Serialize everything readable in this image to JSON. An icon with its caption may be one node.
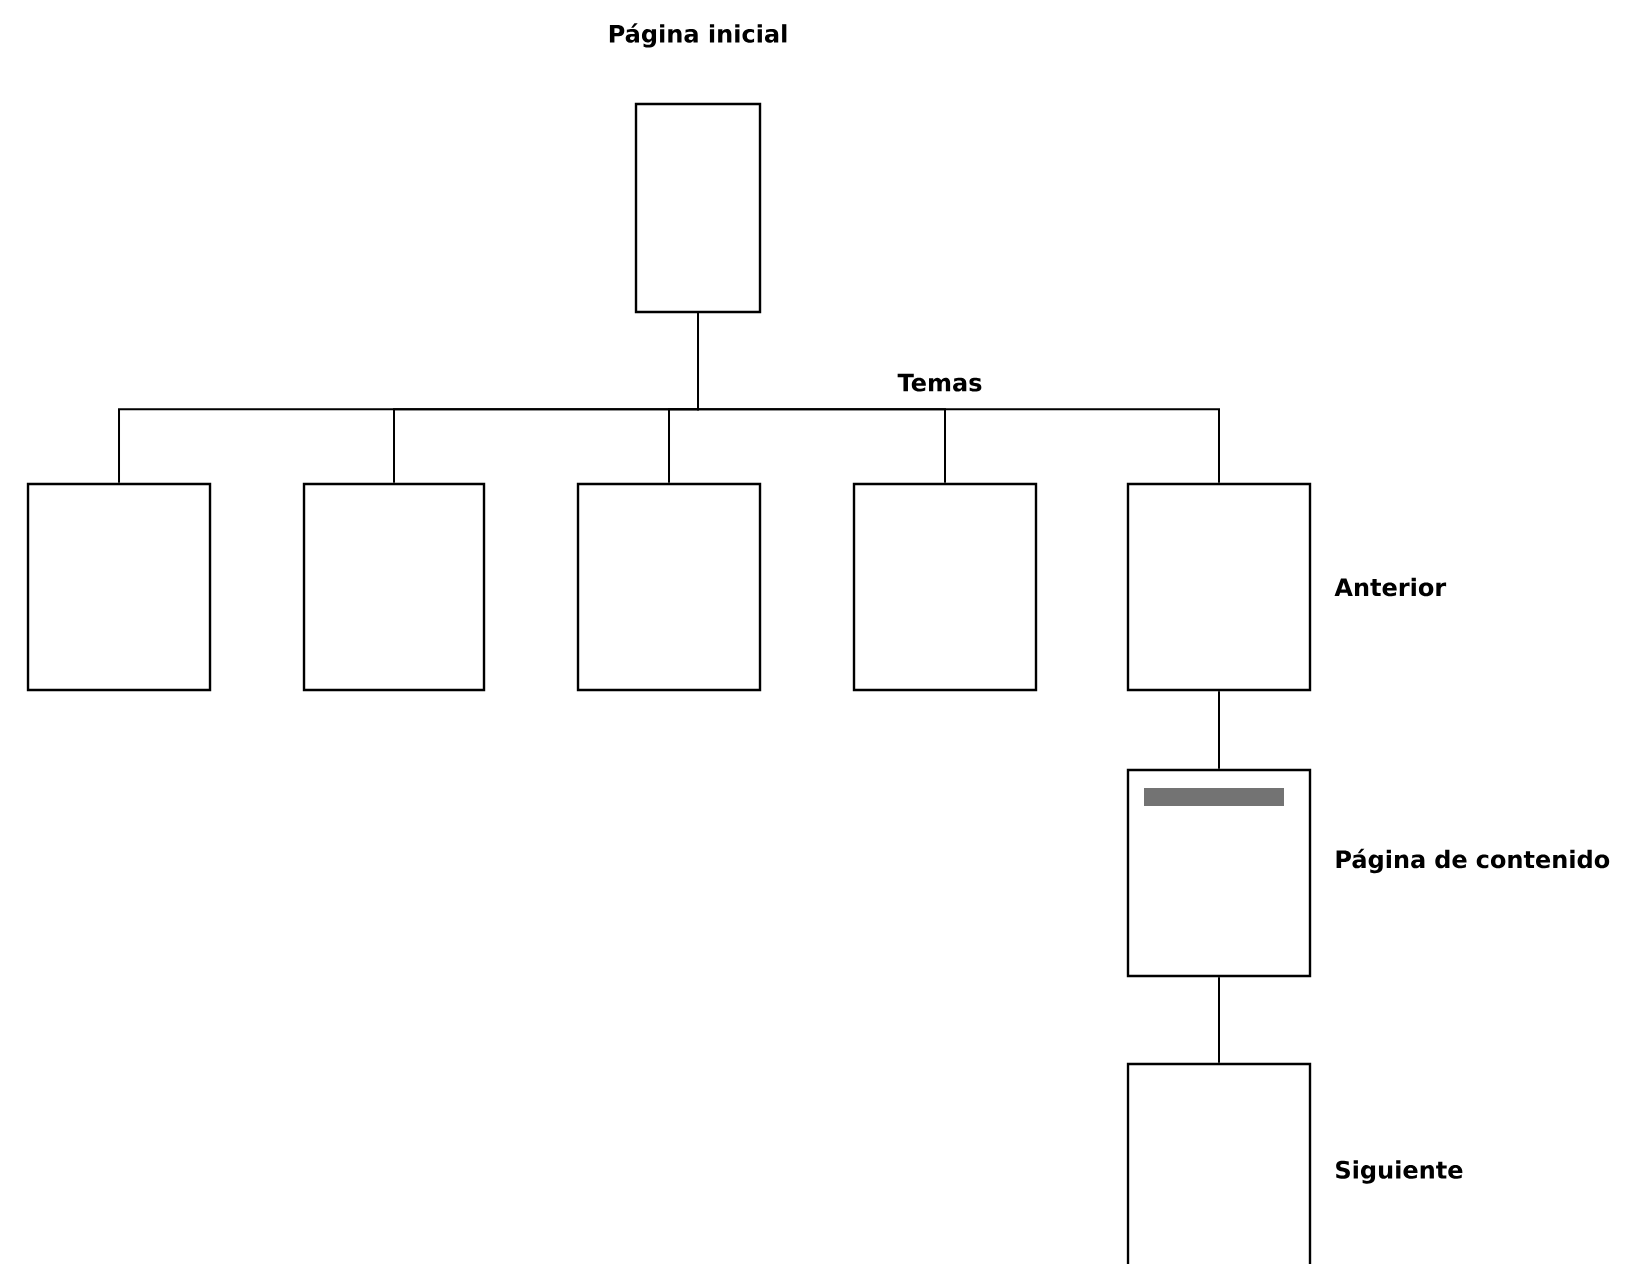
{
  "diagram": {
    "nodes": [
      {
        "text": [
          "Página inicial"
        ]
      },
      {
        "text": [],
        "shape": "box"
      },
      {
        "text": [],
        "shape": "box"
      },
      {
        "text": [],
        "shape": "box"
      },
      {
        "text": [],
        "shape": "box"
      },
      {
        "text": [],
        "shape": "box",
        "beside": [
          "Anterior"
        ]
      },
      {
        "text": [],
        "shape": "box",
        "beside": [
          "Página de contenido"
        ]
      },
      {
        "text": [],
        "shape": "box",
        "beside": [
          "Siguiente"
        ]
      }
    ],
    "edges": [
      {
        "from": 0,
        "to": 1,
        "arrow": "none"
      },
      {
        "from": 0,
        "to": 2,
        "arrow": "none"
      },
      {
        "from": 0,
        "to": 3,
        "arrow": "none"
      },
      {
        "from": 0,
        "to": 4,
        "arrow": "none"
      },
      {
        "from": 0,
        "to": 5,
        "arrow": "none"
      },
      {
        "from": 5,
        "to": 6,
        "arrow": "none"
      },
      {
        "from": 6,
        "to": 7,
        "arrow": "none"
      }
    ],
    "labels": [
      "Temas"
    ]
  }
}
